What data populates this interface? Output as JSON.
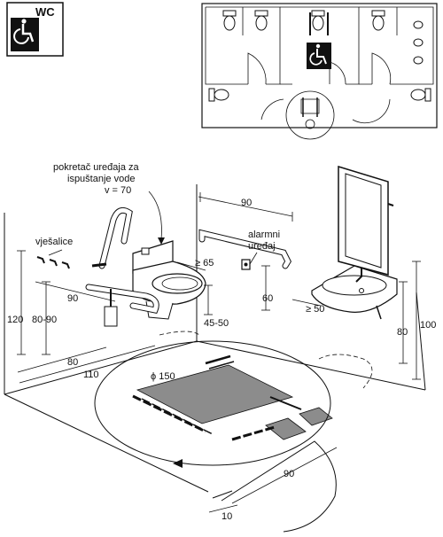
{
  "sign": {
    "label": "WC",
    "icon": "wheelchair-icon"
  },
  "labels": {
    "flush_line1": "pokretač uređaja za",
    "flush_line2": "ispuštanje vode",
    "flush_line3": "v = 70",
    "hangers": "vješalice",
    "alarm_line1": "alarmni",
    "alarm_line2": "uređaj"
  },
  "dimensions": {
    "d90_top": "90",
    "d65": "≥ 65",
    "d60": "60",
    "d4550": "45-50",
    "d50": "≥ 50",
    "d80_sink": "80",
    "d100": "100",
    "d120": "120",
    "d8090": "80-90",
    "d90_left": "90",
    "d80_floor": "80",
    "d110": "110",
    "d150": "ϕ 150",
    "d90_door": "90",
    "d10": "10"
  },
  "colors": {
    "ink": "#111111",
    "tile": "#8c8c8c",
    "paper": "#ffffff"
  }
}
